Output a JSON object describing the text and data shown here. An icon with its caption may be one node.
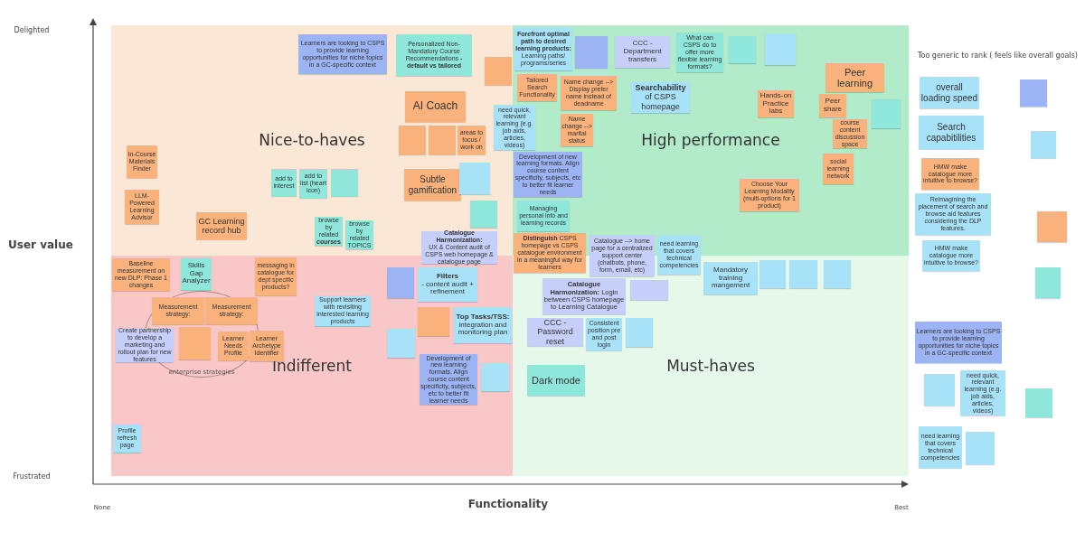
{
  "diagram": {
    "nodes": [
      {
        "text": [
          "Nice-to-haves"
        ]
      },
      {
        "text": [
          "In-Course Materials Finder"
        ],
        "in": 0
      },
      {
        "text": [
          "LLM-Powered Learning Advisor"
        ],
        "in": 0
      },
      {
        "text": [
          "GC Learning record hub"
        ],
        "in": 0
      },
      {
        "text": [
          "add to interest"
        ],
        "in": 0
      },
      {
        "text": [
          "add to list (heart icon)"
        ],
        "in": 0
      },
      {
        "text": [],
        "shape": "box",
        "in": 0
      },
      {
        "text": [
          "browse by related **courses**"
        ],
        "in": 0
      },
      {
        "text": [
          "browse by related TOPICS"
        ],
        "in": 0
      },
      {
        "text": [
          "Learners are looking to CSPS to provide learning opportunities for niche topics in a GC-specific context"
        ],
        "in": 0
      },
      {
        "text": [
          "Personalized Non-Mandatory Course Recommendations **- default vs tailored**"
        ],
        "in": 0
      },
      {
        "text": [],
        "shape": "box",
        "in": 0
      },
      {
        "text": [
          "AI Coach"
        ],
        "in": 0
      },
      {
        "text": [],
        "shape": "box",
        "in": 0
      },
      {
        "text": [],
        "shape": "box",
        "in": 0
      },
      {
        "text": [
          "areas to focus / work on"
        ],
        "in": 0
      },
      {
        "text": [
          "Subtle gamification"
        ],
        "in": 0
      },
      {
        "text": [],
        "shape": "box",
        "in": 0
      },
      {
        "text": [],
        "shape": "box",
        "in": 0
      },
      {
        "text": [
          "High performance"
        ]
      },
      {
        "text": [
          "**Forefront optimal path to desired learning products:** Learning paths/ programs/series"
        ],
        "in": 19
      },
      {
        "text": [],
        "shape": "box",
        "in": 19
      },
      {
        "text": [
          "CCC - Department transfers"
        ],
        "in": 19
      },
      {
        "text": [
          "What can CSPS do to offer more flexible learning formats?"
        ],
        "in": 19
      },
      {
        "text": [],
        "shape": "box",
        "in": 19
      },
      {
        "text": [],
        "shape": "box",
        "in": 19
      },
      {
        "text": [
          "Tailored Search Functionality"
        ],
        "in": 19
      },
      {
        "text": [
          "Name change --> Display prefer name instead of deadname"
        ],
        "in": 19
      },
      {
        "text": [
          "Name change --> marital status"
        ],
        "in": 19
      },
      {
        "text": [
          "**Searchability** of CSPS homepage"
        ],
        "in": 19
      },
      {
        "text": [
          "Development of new learning formats. Align course content specificity, subjects, etc to better fit learner needs"
        ],
        "in": 19
      },
      {
        "text": [
          "Managing personal info and learning records"
        ],
        "in": 19
      },
      {
        "text": [
          "Hands-on Practice labs"
        ],
        "in": 19
      },
      {
        "text": [
          "Peer learning"
        ],
        "in": 19
      },
      {
        "text": [
          "Peer share"
        ],
        "in": 19
      },
      {
        "text": [
          "course content discussion space"
        ],
        "in": 19
      },
      {
        "text": [],
        "shape": "box",
        "in": 19
      },
      {
        "text": [
          "social learning network"
        ],
        "in": 19
      },
      {
        "text": [
          "Choose Your Learning Modality (multi-options for 1 product)"
        ],
        "in": 19
      },
      {
        "text": [
          "need quick, relevant learning (e.g. job aids, articles, videos)"
        ]
      },
      {
        "text": [
          "Catalogue Harmonization:",
          "UX & Content audit of CSPS web homepage & catalogue page"
        ]
      },
      {
        "text": [
          "**Distinguish** CSPS homepage vs CSPS catalogue environment in a meaningful way for learners"
        ]
      },
      {
        "text": [
          "Catalogue --> home page for a centralized support center (chatbots, phone, form, email, etc)"
        ]
      },
      {
        "text": [
          "need learning that covers technical competencies"
        ]
      },
      {
        "text": [
          "Indifferent"
        ]
      },
      {
        "text": [
          "Baseline measurement on new DLP: Phase 1 changes"
        ],
        "in": 44
      },
      {
        "text": [
          "Skills Gap Analyzer"
        ],
        "in": 44
      },
      {
        "text": [
          "messaging in catalogue for dept specific products?"
        ],
        "in": 44
      },
      {
        "text": [
          "enterprise strategies"
        ],
        "in": 44
      },
      {
        "text": [
          "Measurement strategy:"
        ],
        "in": 48
      },
      {
        "text": [
          "Measurement strategy:"
        ],
        "in": 48
      },
      {
        "text": [
          "Create partnership to develop a marketing and rollout plan for new features"
        ],
        "in": 44
      },
      {
        "text": [],
        "shape": "box",
        "in": 48
      },
      {
        "text": [
          "Learner Needs Profile"
        ],
        "in": 48
      },
      {
        "text": [
          "Learner Archetype Identifier"
        ],
        "in": 44
      },
      {
        "text": [
          "Support learners with revisiting interested learning products"
        ],
        "in": 44
      },
      {
        "text": [],
        "shape": "box",
        "in": 44
      },
      {
        "text": [
          "Filters",
          "- content audit + refinement"
        ],
        "in": 44
      },
      {
        "text": [
          "Development of new learning formats. Align course content specificity, subjects, etc to better fit learner needs"
        ],
        "in": 44
      },
      {
        "text": [],
        "shape": "box",
        "in": 44
      },
      {
        "text": [],
        "shape": "box",
        "in": 44
      },
      {
        "text": [
          "Top Tasks/TSS:",
          "integration and monitoring plan"
        ],
        "in": 44
      },
      {
        "text": [],
        "shape": "box",
        "in": 44
      },
      {
        "text": [
          "Profile refresh page"
        ],
        "in": 44
      },
      {
        "text": [
          "Must-haves"
        ]
      },
      {
        "text": [
          "**Catalogue Harmonization:** Login between CSPS homepage to Learning Catalogue"
        ],
        "in": 64
      },
      {
        "text": [],
        "shape": "box",
        "in": 64
      },
      {
        "text": [
          "CCC - Password reset"
        ],
        "in": 64
      },
      {
        "text": [
          "Consistent position pre and post login"
        ],
        "in": 64
      },
      {
        "text": [],
        "shape": "box",
        "in": 64
      },
      {
        "text": [
          "Mandatory training mangement"
        ],
        "in": 64
      },
      {
        "text": [],
        "shape": "box",
        "in": 64
      },
      {
        "text": [],
        "shape": "box",
        "in": 64
      },
      {
        "text": [],
        "shape": "box",
        "in": 64
      },
      {
        "text": [
          "Dark mode"
        ],
        "in": 64
      },
      {
        "text": [
          "overall loading speed"
        ]
      },
      {
        "text": [],
        "shape": "box"
      },
      {
        "text": [
          "Search capabitilities"
        ]
      },
      {
        "text": [],
        "shape": "box"
      },
      {
        "text": [
          "HMW make catalogue more intuitive to browse?"
        ]
      },
      {
        "text": [
          "Reimagining the placement of search and browse aid features considering the DLP features."
        ]
      },
      {
        "text": [],
        "shape": "box"
      },
      {
        "text": [
          "HMW make catalogue more intuitive to browse?"
        ]
      },
      {
        "text": [],
        "shape": "box"
      },
      {
        "text": [
          "Learners are looking to CSPS to provide learning opportunities for niche topics in a GC-specific context"
        ]
      },
      {
        "text": [],
        "shape": "box"
      },
      {
        "text": [
          "need quick, relevant learning (e.g. job aids, articles, videos)"
        ]
      },
      {
        "text": [],
        "shape": "box"
      },
      {
        "text": [
          "need learning that covers technical competencies"
        ]
      },
      {
        "text": [],
        "shape": "box"
      }
    ],
    "labels": [
      "Delighted",
      "Too generic to rank ( feels like overall goals)",
      "User value",
      "Frustrated",
      "Functionality",
      "None",
      "Best"
    ]
  }
}
